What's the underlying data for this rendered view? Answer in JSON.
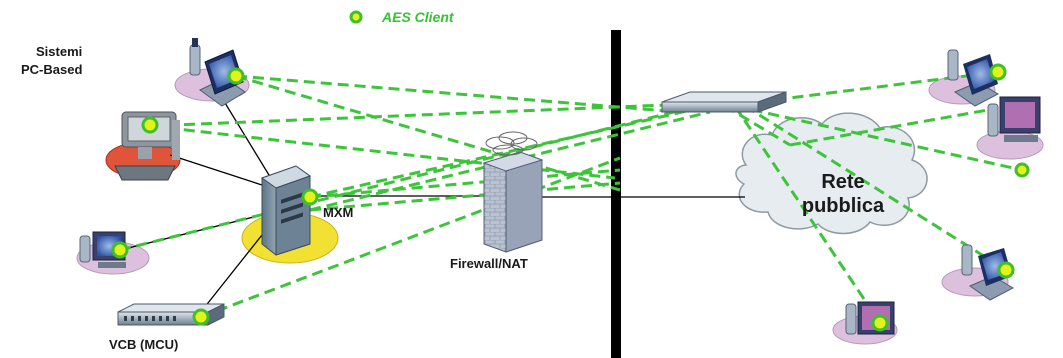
{
  "legend": {
    "marker_label": "AES Client",
    "marker_fill": "#e3f21a",
    "marker_ring": "#3fbf2a",
    "text_color": "#38c236"
  },
  "labels": {
    "sistemi_line1": "Sistemi",
    "sistemi_line2": "PC-Based",
    "mxm": "MXM",
    "firewall": "Firewall/NAT",
    "vcb": "VCB (MCU)",
    "cloud_line1": "Rete",
    "cloud_line2": "pubblica"
  },
  "colors": {
    "dashed_link": "#3ec43a",
    "solid_link": "#000000",
    "barrier": "#000000",
    "cloud": "#e6ecef",
    "platform": "#dcc0de",
    "mxm_base": "#f2e032"
  },
  "icons": [
    "laptop-client-icon",
    "kiosk-terminal-icon",
    "server-tower-icon",
    "desktop-terminal-icon",
    "mcu-rack-icon",
    "firewall-icon",
    "router-icon",
    "cloud-icon"
  ]
}
